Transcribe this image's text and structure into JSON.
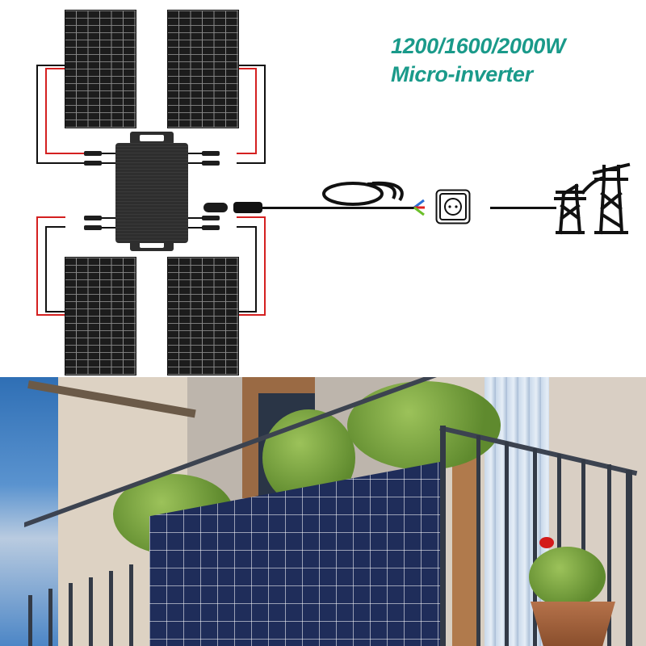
{
  "header": {
    "title_line1": "1200/1600/2000W",
    "title_line2": "Micro-inverter",
    "title_color": "#1a9a8a"
  },
  "diagram": {
    "solar_panels": [
      {
        "id": "top-left",
        "label": "solar-panel"
      },
      {
        "id": "top-right",
        "label": "solar-panel"
      },
      {
        "id": "bottom-left",
        "label": "solar-panel"
      },
      {
        "id": "bottom-right",
        "label": "solar-panel"
      }
    ],
    "components": [
      {
        "name": "micro-inverter",
        "icon": "inverter-icon"
      },
      {
        "name": "ac-cable-coil",
        "icon": "cable-coil-icon",
        "wire_colors": [
          "#2a6fd6",
          "#e02020",
          "#6cbf2a"
        ]
      },
      {
        "name": "wall-socket",
        "icon": "power-socket-icon"
      },
      {
        "name": "power-grid",
        "icon": "transmission-tower-icon"
      }
    ],
    "wire_colors": {
      "positive": "#d42020",
      "negative": "#111111"
    }
  },
  "photo": {
    "description": "balcony railing with solar panels mounted, plants and flower pot",
    "elements": [
      "sky",
      "building-wall",
      "awning",
      "window",
      "shrubs",
      "solar-panels",
      "railing",
      "flower-pot",
      "red-flower"
    ]
  }
}
